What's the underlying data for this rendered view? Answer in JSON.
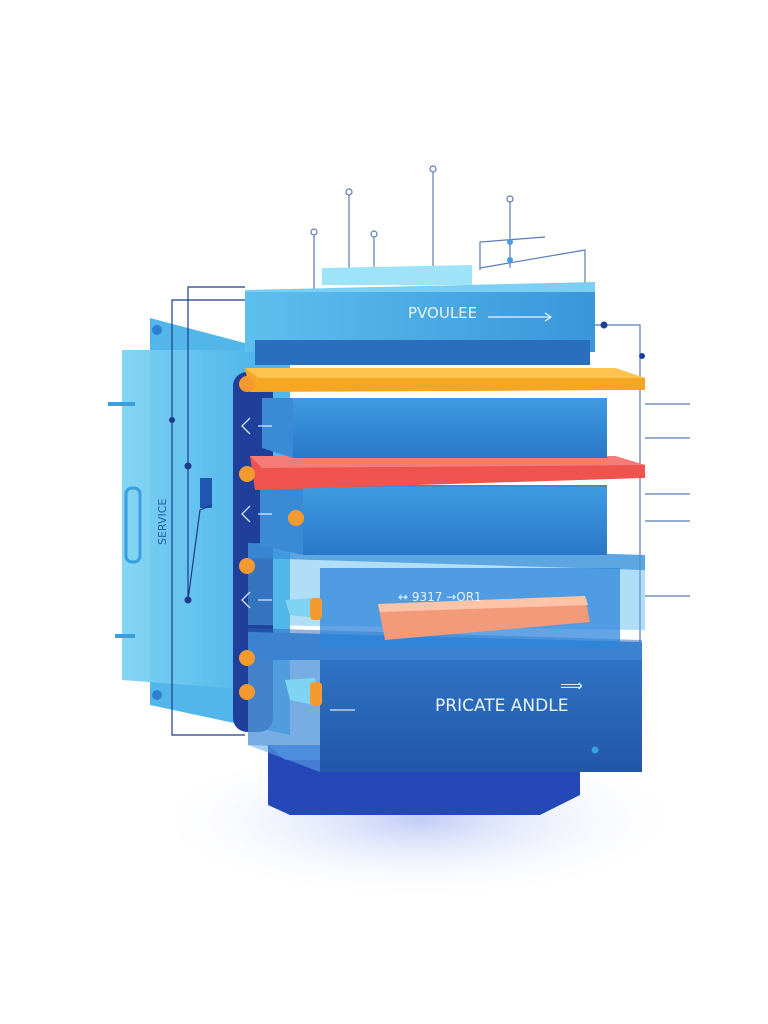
{
  "labels": {
    "top_box": "PVOULEE",
    "glass_layer": "↔ 9317 →OR1",
    "bottom_box": "PRICATE ANDLE",
    "side_panel": "SERVICE"
  },
  "colors": {
    "primary_blue": "#2f7fd0",
    "light_blue": "#4fb3e8",
    "navy": "#1f3f9a",
    "orange_layer": "#f5a623",
    "red_layer": "#ef5350",
    "connector_orange": "#f59a2e",
    "wire": "#1e3a8a"
  }
}
